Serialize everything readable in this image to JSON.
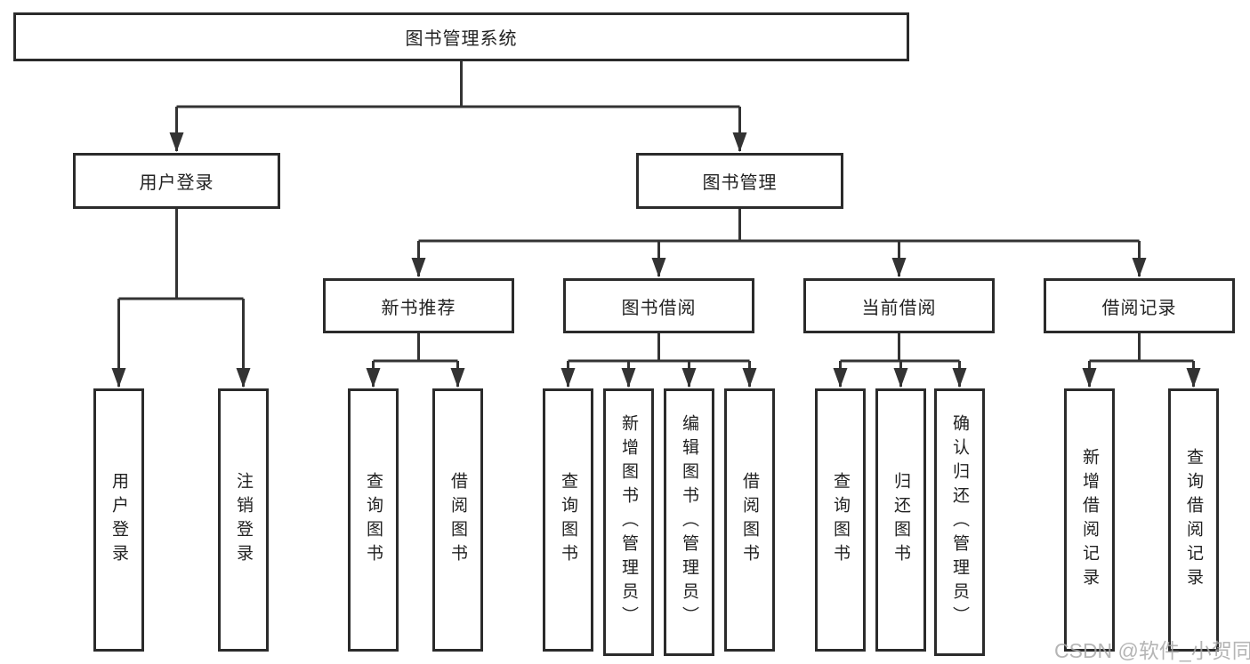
{
  "diagram": {
    "type": "hierarchy-tree",
    "orientation": "top-down",
    "tree": {
      "label": "图书管理系统",
      "children": [
        {
          "label": "用户登录",
          "children": [
            {
              "label": "用户登录"
            },
            {
              "label": "注销登录"
            }
          ]
        },
        {
          "label": "图书管理",
          "children": [
            {
              "label": "新书推荐",
              "children": [
                {
                  "label": "查询图书"
                },
                {
                  "label": "借阅图书"
                }
              ]
            },
            {
              "label": "图书借阅",
              "children": [
                {
                  "label": "查询图书"
                },
                {
                  "label": "新增图书（管理员）"
                },
                {
                  "label": "编辑图书（管理员）"
                },
                {
                  "label": "借阅图书"
                }
              ]
            },
            {
              "label": "当前借阅",
              "children": [
                {
                  "label": "查询图书"
                },
                {
                  "label": "归还图书"
                },
                {
                  "label": "确认归还（管理员）"
                }
              ]
            },
            {
              "label": "借阅记录",
              "children": [
                {
                  "label": "新增借阅记录"
                },
                {
                  "label": "查询借阅记录"
                }
              ]
            }
          ]
        }
      ]
    }
  },
  "watermark": {
    "text": "CSDN @软件_小贺同学",
    "color": "#a9a9a9"
  },
  "colors": {
    "background": "#ffffff",
    "line": "#333333",
    "box_border": "#2b2b2b",
    "text": "#222222"
  }
}
